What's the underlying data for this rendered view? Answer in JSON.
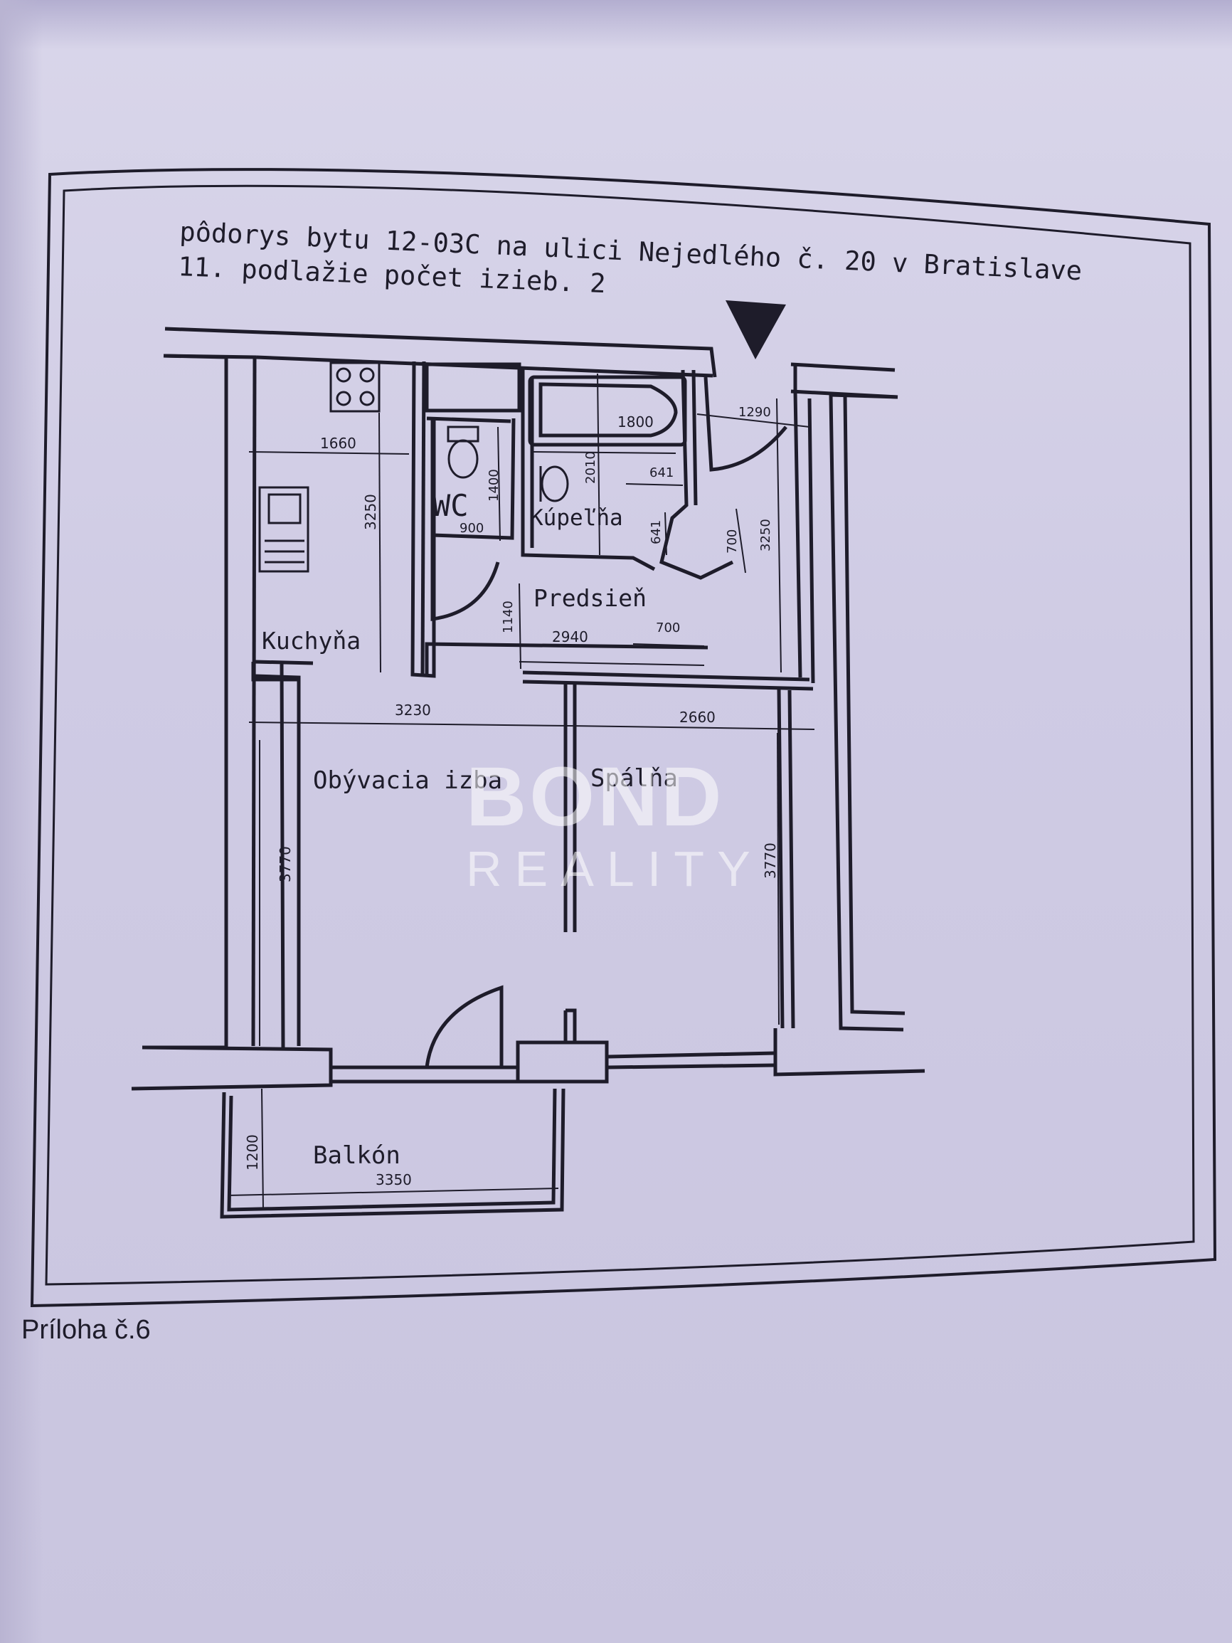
{
  "title": {
    "line1": "pôdorys bytu 12-03C na ulici Nejedlého č. 20 v Bratislave",
    "line2": "11. podlažie počet izieb. 2"
  },
  "rooms": {
    "kitchen": "Kuchyňa",
    "wc": "WC",
    "bathroom": "Kúpeľňa",
    "hall": "Predsieň",
    "living": "Obývacia izba",
    "bedroom": "Spálňa",
    "balcony": "Balkón"
  },
  "dimensions": {
    "kitchen_width": "1660",
    "kitchen_depth": "3250",
    "wc_depth": "1400",
    "wc_width": "900",
    "bath_length": "1800",
    "bath_depth": "2010",
    "bath_corner_w": "641",
    "bath_corner_h": "641",
    "entry_door": "1290",
    "entry_depth": "3250",
    "hall_depth": "1140",
    "hall_width": "2940",
    "closet_w": "700",
    "closet_h": "700",
    "living_width": "3230",
    "bedroom_width": "2660",
    "living_depth": "3770",
    "bedroom_depth": "3770",
    "balcony_depth": "1200",
    "balcony_width": "3350"
  },
  "watermark": {
    "line1": "BOND",
    "line2": "REALITY"
  },
  "caption": "Príloha č.6"
}
